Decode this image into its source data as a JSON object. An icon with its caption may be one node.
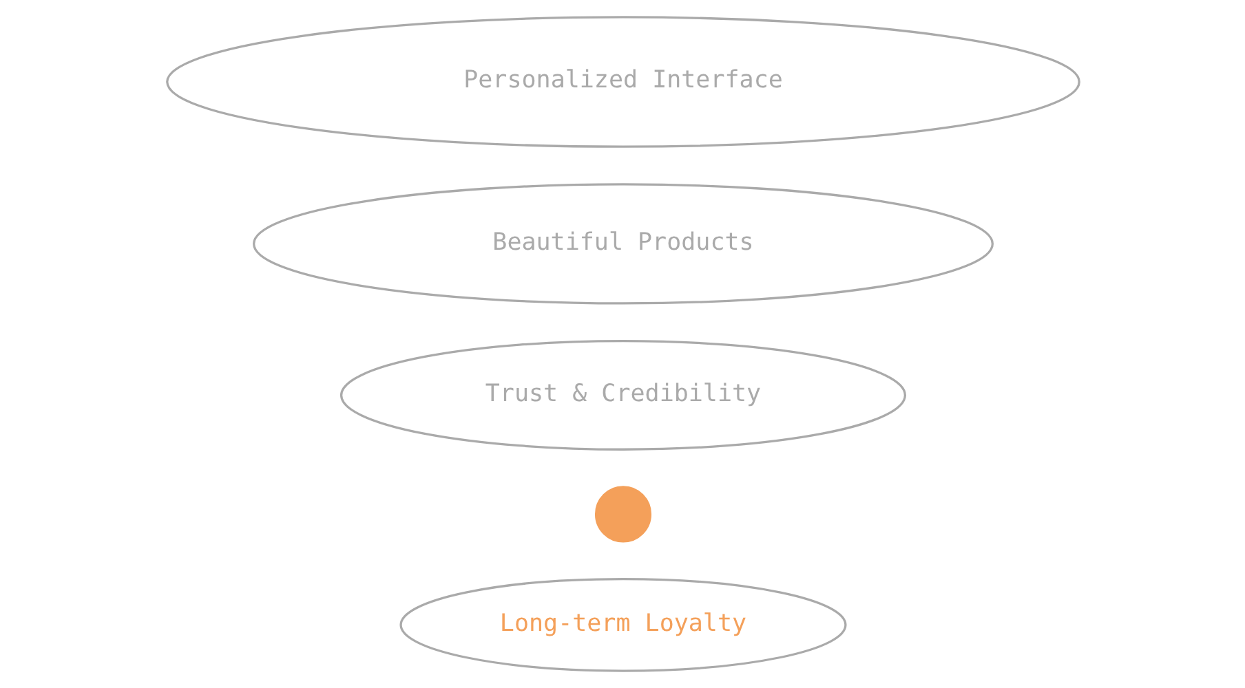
{
  "diagram": {
    "nodes": [
      {
        "text": [
          "Personalized Interface"
        ]
      },
      {
        "text": [
          "Beautiful Products"
        ]
      },
      {
        "text": [
          "Trust & Credibility"
        ]
      },
      {
        "text": [],
        "shape": "circle"
      },
      {
        "text": [
          "Long-term Loyalty"
        ]
      }
    ]
  }
}
